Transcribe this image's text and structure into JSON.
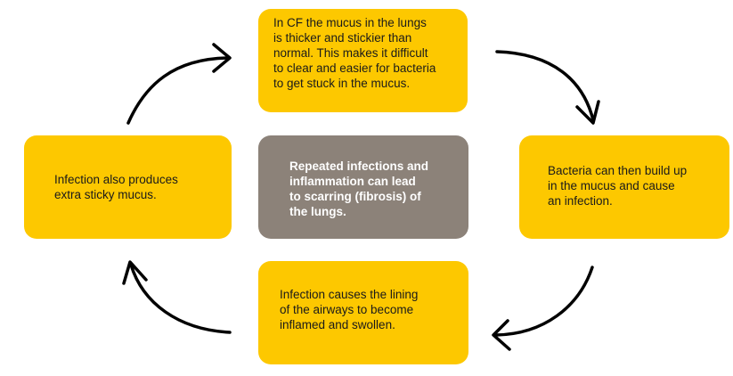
{
  "cycle": {
    "top": "In CF the mucus in the lungs\nis thicker and stickier than\nnormal.  This makes it difficult\nto clear and easier  for bacteria\nto get stuck in the mucus.",
    "right": "Bacteria can then build up\nin the mucus and cause\nan infection.",
    "bottom": "Infection causes the lining\nof the airways to become\ninflamed and swollen.",
    "left": "Infection also produces\nextra sticky mucus."
  },
  "center": {
    "text": "Repeated infections and\ninflammation  can lead\nto scarring (fibrosis)  of\nthe lungs."
  },
  "colors": {
    "cycle_box": "#FDC800",
    "center_box": "#8C8279",
    "arrow": "#000000"
  }
}
